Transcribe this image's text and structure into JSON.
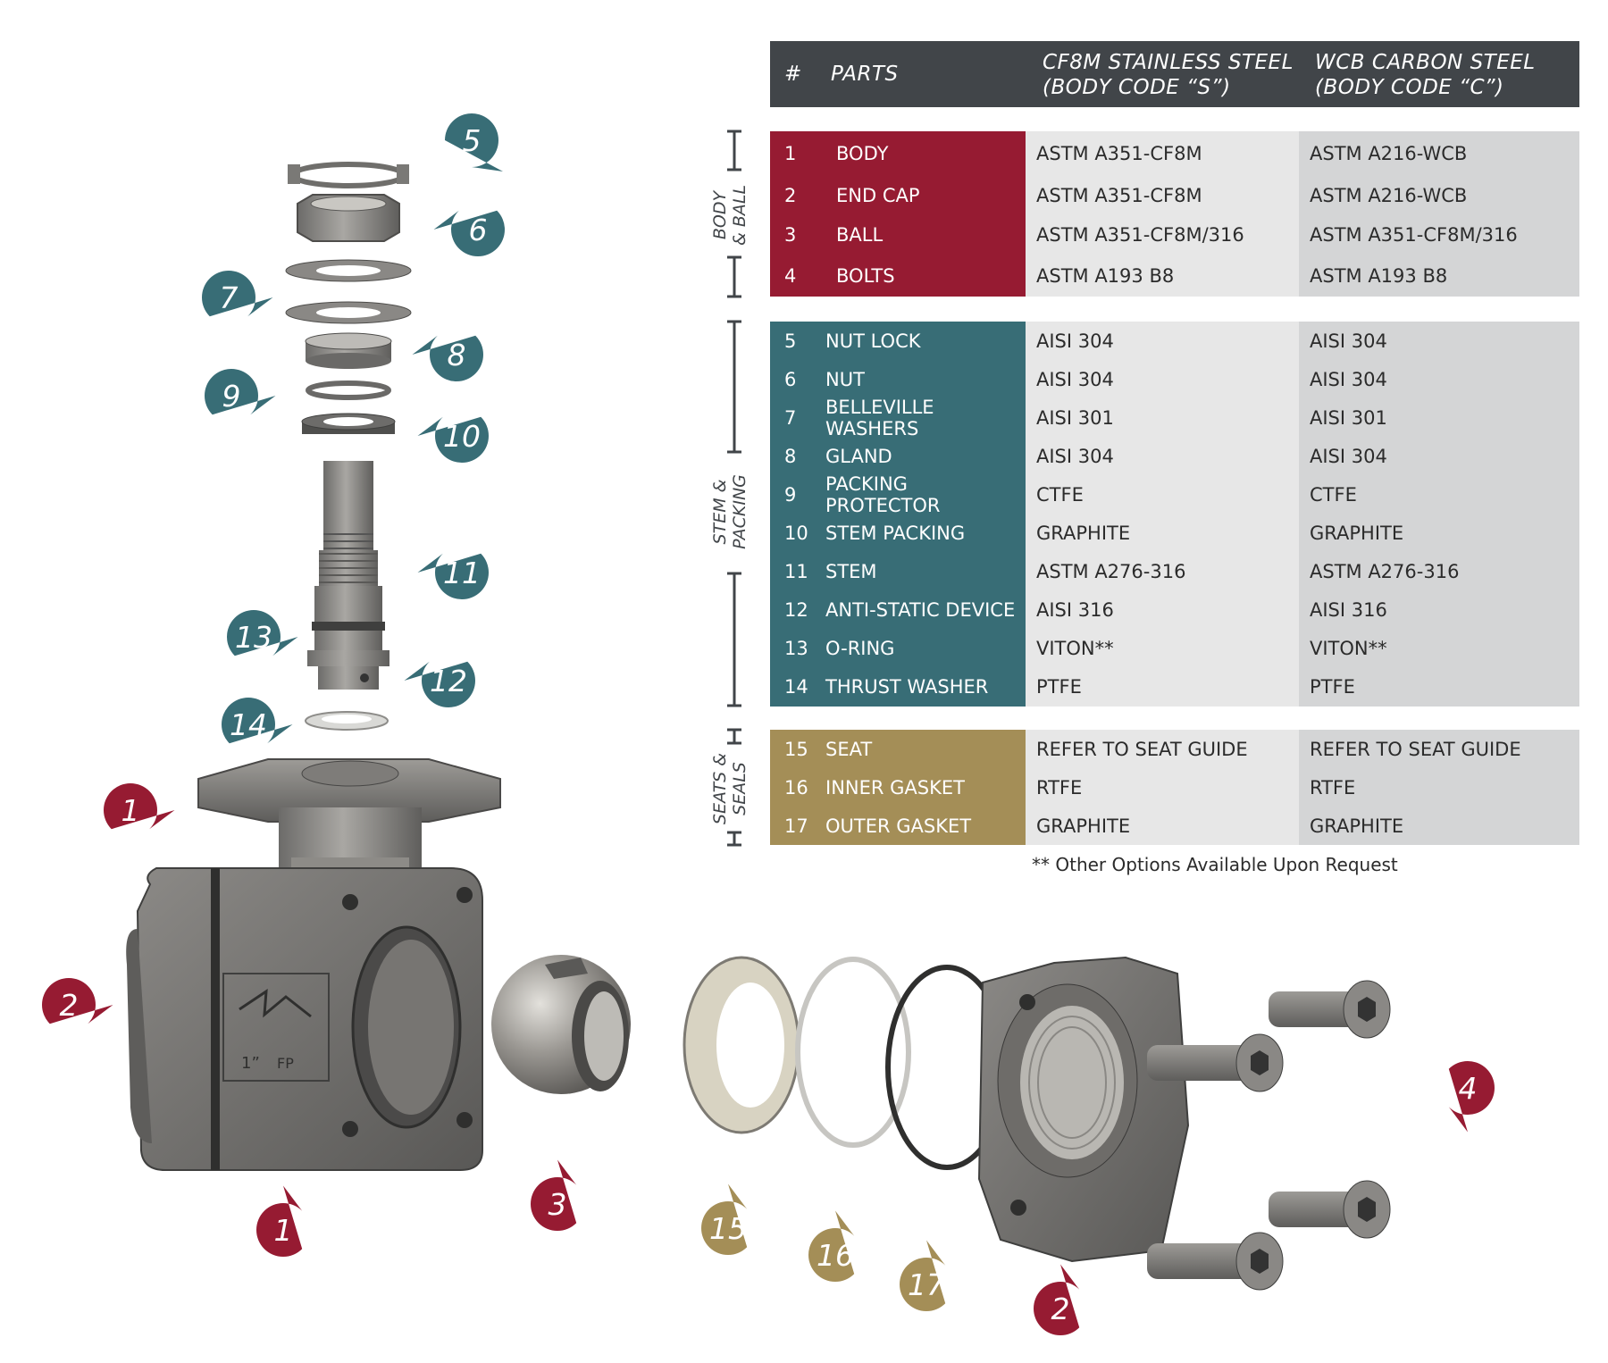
{
  "header": {
    "num": "#",
    "parts": "PARTS",
    "col1_line1": "CF8M STAINLESS STEEL",
    "col1_line2": "(BODY CODE “S”)",
    "col2_line1": "WCB CARBON STEEL",
    "col2_line2": "(BODY CODE “C”)"
  },
  "groups": {
    "body_ball": {
      "label_line1": "BODY",
      "label_line2": "& BALL",
      "color": "#961b32",
      "rows": [
        {
          "num": "1",
          "part": "BODY",
          "cf8m": "ASTM A351-CF8M",
          "wcb": "ASTM A216-WCB"
        },
        {
          "num": "2",
          "part": "END CAP",
          "cf8m": "ASTM A351-CF8M",
          "wcb": "ASTM A216-WCB"
        },
        {
          "num": "3",
          "part": "BALL",
          "cf8m": "ASTM A351-CF8M/316",
          "wcb": "ASTM A351-CF8M/316"
        },
        {
          "num": "4",
          "part": "BOLTS",
          "cf8m": "ASTM A193 B8",
          "wcb": "ASTM A193 B8"
        }
      ]
    },
    "stem_packing": {
      "label_line1": "STEM &",
      "label_line2": "PACKING",
      "color": "#386d76",
      "rows": [
        {
          "num": "5",
          "part": "NUT LOCK",
          "cf8m": "AISI 304",
          "wcb": "AISI 304"
        },
        {
          "num": "6",
          "part": "NUT",
          "cf8m": "AISI 304",
          "wcb": "AISI 304"
        },
        {
          "num": "7",
          "part": "BELLEVILLE WASHERS",
          "cf8m": "AISI 301",
          "wcb": "AISI 301"
        },
        {
          "num": "8",
          "part": "GLAND",
          "cf8m": "AISI 304",
          "wcb": "AISI 304"
        },
        {
          "num": "9",
          "part": "PACKING PROTECTOR",
          "cf8m": "CTFE",
          "wcb": "CTFE"
        },
        {
          "num": "10",
          "part": "STEM PACKING",
          "cf8m": "GRAPHITE",
          "wcb": "GRAPHITE"
        },
        {
          "num": "11",
          "part": "STEM",
          "cf8m": "ASTM A276-316",
          "wcb": "ASTM A276-316"
        },
        {
          "num": "12",
          "part": "ANTI-STATIC DEVICE",
          "cf8m": "AISI 316",
          "wcb": "AISI 316"
        },
        {
          "num": "13",
          "part": "O-RING",
          "cf8m": "VITON**",
          "wcb": "VITON**"
        },
        {
          "num": "14",
          "part": "THRUST WASHER",
          "cf8m": "PTFE",
          "wcb": "PTFE"
        }
      ]
    },
    "seats_seals": {
      "label_line1": "SEATS &",
      "label_line2": "SEALS",
      "color": "#a48e57",
      "rows": [
        {
          "num": "15",
          "part": "SEAT",
          "cf8m": "REFER TO SEAT GUIDE",
          "wcb": "REFER TO SEAT GUIDE"
        },
        {
          "num": "16",
          "part": "INNER GASKET",
          "cf8m": "RTFE",
          "wcb": "RTFE"
        },
        {
          "num": "17",
          "part": "OUTER GASKET",
          "cf8m": "GRAPHITE",
          "wcb": "GRAPHITE"
        }
      ]
    }
  },
  "footnote": "** Other Options Available Upon Request",
  "logo_text": {
    "small": "1”",
    "fp": "FP"
  },
  "callouts": {
    "c5": "5",
    "c6": "6",
    "c7": "7",
    "c8": "8",
    "c9": "9",
    "c10": "10",
    "c11": "11",
    "c13": "13",
    "c12": "12",
    "c14": "14",
    "c1a": "1",
    "c2a": "2",
    "c1b": "1",
    "c3": "3",
    "c15": "15",
    "c16": "16",
    "c17": "17",
    "c2b": "2",
    "c4": "4"
  }
}
